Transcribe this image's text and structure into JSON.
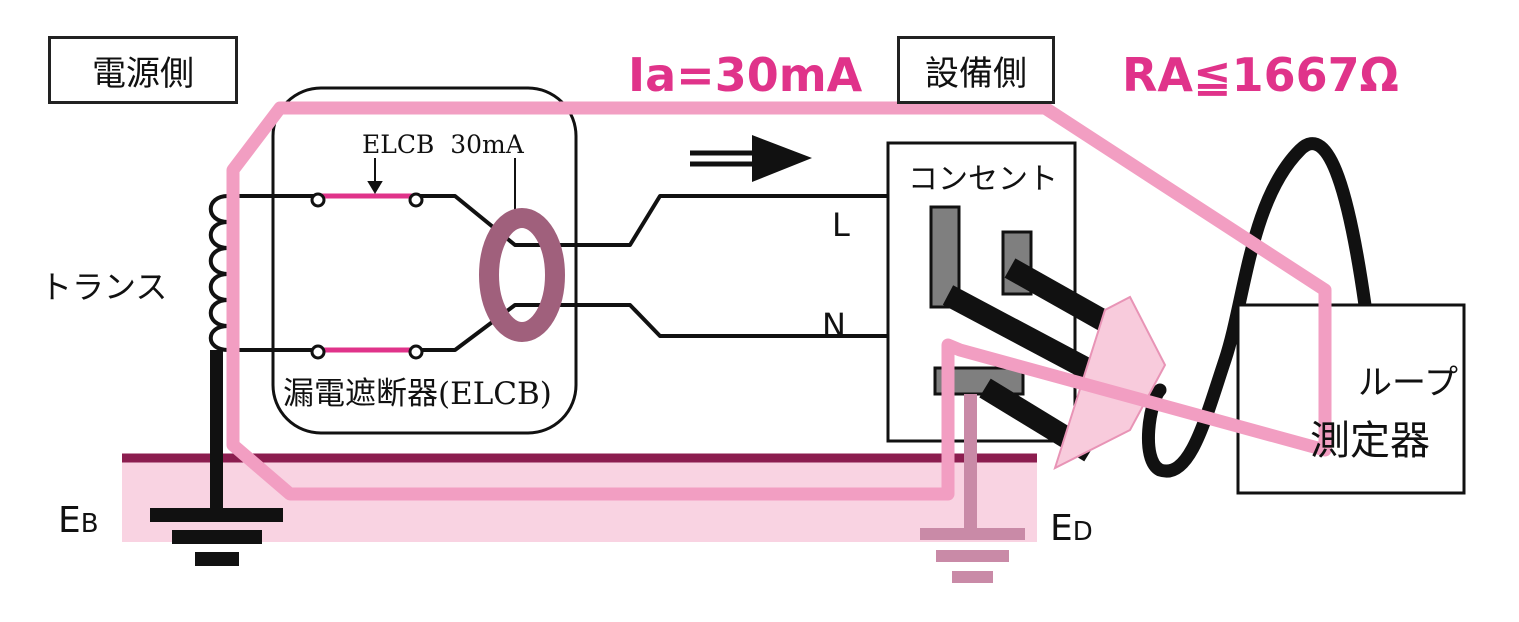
{
  "labels": {
    "source_side": "電源側",
    "equipment_side": "設備側",
    "current": "Ia=30mA",
    "resistance": "RA≦1667Ω",
    "elcb_rating": "ELCB  30mA",
    "outlet": "コンセント",
    "line_L": "L",
    "line_N": "N",
    "transformer": "トランス",
    "breaker": "漏電遮断器(ELCB)",
    "loop_tester_line1": "ループ",
    "loop_tester_line2": "測定器",
    "earth_B_main": "E",
    "earth_B_sub": "B",
    "earth_D_main": "E",
    "earth_D_sub": "D"
  },
  "colors": {
    "loop_path": "#f29ec2",
    "accent_text": "#e0338a",
    "ground_band": "#f9d3e2",
    "ground_line": "#8c1d4f",
    "ct_ring": "#a0607c",
    "wire": "#111111",
    "plug_fill": "#f8cbdc"
  }
}
